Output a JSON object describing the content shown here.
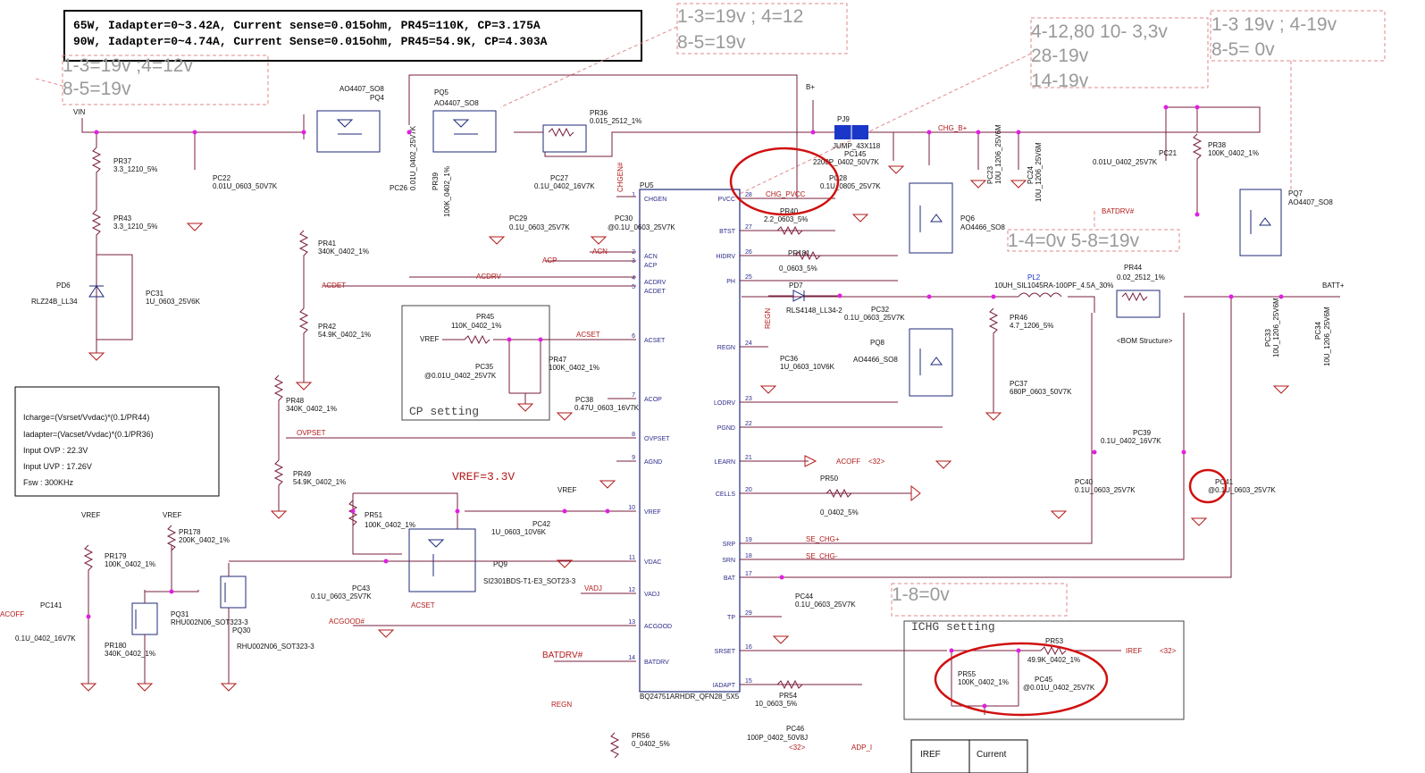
{
  "header": {
    "line1": "65W, Iadapter=0~3.42A, Current sense=0.015ohm, PR45=110K, CP=3.175A",
    "line2": "90W, Iadapter=0~4.74A, Current Sense=0.015ohm, PR45=54.9K, CP=4.303A"
  },
  "notes": {
    "n1a": "1-3=19v ;4=12v",
    "n1b": "8-5=19v",
    "n2a": "1-3=19v ; 4=12",
    "n2b": "8-5=19v",
    "n3a": "4-12,80 10- 3,3v",
    "n3b": "28-19v",
    "n3c": "14-19v",
    "n4a": "1-3 19v ; 4-19v",
    "n4b": "8-5= 0v",
    "n5": "1-4=0v 5-8=19v",
    "n6": "1-8=0v"
  },
  "formula": {
    "l1": "Icharge=(Vsrset/Vvdac)*(0.1/PR44)",
    "l2": "Iadapter=(Vacset/Vvdac)*(0.1/PR36)",
    "l3": "Input OVP : 22.3V",
    "l4": "Input UVP : 17.26V",
    "l5": "Fsw : 300KHz"
  },
  "boxes": {
    "cp": "CP setting",
    "ichg": "ICHG setting",
    "vref": "VREF=3.3V",
    "bom": "<BOM Structure>",
    "iref_a": "IREF",
    "iref_b": "Current"
  },
  "ic": {
    "name": "PU5",
    "part": "BQ24751ARHDR_QFN28_5X5",
    "left_pins": [
      "CHGEN",
      "ACN",
      "ACP",
      "ACDRV",
      "ACDET",
      "ACSET",
      "ACOP",
      "OVPSET",
      "AGND",
      "VREF",
      "VDAC",
      "VADJ",
      "ACGOOD",
      "BATDRV"
    ],
    "left_nums": [
      "1",
      "2",
      "3",
      "4",
      "5",
      "6",
      "7",
      "8",
      "9",
      "10",
      "11",
      "12",
      "13",
      "14"
    ],
    "right_pins": [
      "PVCC",
      "BTST",
      "HIDRV",
      "PH",
      "REGN",
      "LODRV",
      "PGND",
      "LEARN",
      "CELLS",
      "SRP",
      "SRN",
      "BAT",
      "TP",
      "SRSET",
      "IADAPT"
    ],
    "right_nums": [
      "28",
      "27",
      "26",
      "25",
      "24",
      "23",
      "22",
      "21",
      "20",
      "19",
      "18",
      "17",
      "29",
      "16",
      "15"
    ]
  },
  "nets": {
    "vin": "VIN",
    "bplus": "B+",
    "chgb": "CHG_B+",
    "chgpvcc": "CHG_PVCC",
    "batt": "BATT+",
    "batdrv": "BATDRV#",
    "acdrv": "ACDRV",
    "acdet": "ACDET",
    "acset": "ACSET",
    "acp": "ACP",
    "acn": "ACN",
    "ovpset": "OVPSET",
    "acoff": "ACOFF",
    "acgood": "ACGOOD#",
    "vadj": "VADJ",
    "regn": "REGN",
    "chgen": "CHGEN#",
    "vref": "VREF",
    "secp": "SE_CHG+",
    "secn": "SE_CHG-",
    "iref": "IREF",
    "adpi": "ADP_I",
    "t32": "<32>"
  },
  "parts": {
    "pq4": "PQ4",
    "pq4v": "AO4407_SO8",
    "pq5": "PQ5",
    "pq5v": "AO4407_SO8",
    "pq6": "PQ6",
    "pq6v": "AO4466_SO8",
    "pq7": "PQ7",
    "pq7v": "AO4407_SO8",
    "pq8": "PQ8",
    "pq8v": "AO4466_SO8",
    "pq9": "PQ9",
    "pq9v": "SI2301BDS-T1-E3_SOT23-3",
    "pq30": "PQ30",
    "pq31": "PQ31",
    "pq3xv": "RHU002N06_SOT323-3",
    "pd6": "PD6",
    "pd6v": "RLZ24B_LL34",
    "pd7": "PD7",
    "pd7v": "RLS4148_LL34-2",
    "pj9": "PJ9",
    "pj9v": "JUMP_43X118",
    "pl2": "PL2",
    "pl2v": "10UH_SIL1045RA-100PF_4.5A_30%",
    "pr36": "PR36",
    "pr36v": "0.015_2512_1%",
    "pr37": "PR37",
    "pr37v": "3.3_1210_5%",
    "pr43": "PR43",
    "pr43v": "3.3_1210_5%",
    "pr38": "PR38",
    "pr38v": "100K_0402_1%",
    "pr39": "PR39",
    "pr39v": "100K_0402_1%",
    "pr40": "PR40",
    "pr40v": "2.2_0603_5%",
    "pr181": "PR181",
    "pr181v": "0_0603_5%",
    "pr41": "PR41",
    "pr41v": "340K_0402_1%",
    "pr42": "PR42",
    "pr42v": "54.9K_0402_1%",
    "pr44": "PR44",
    "pr44v": "0.02_2512_1%",
    "pr45": "PR45",
    "pr45v": "110K_0402_1%",
    "pr46": "PR46",
    "pr46v": "4.7_1206_5%",
    "pr47": "PR47",
    "pr47v": "100K_0402_1%",
    "pr48": "PR48",
    "pr48v": "340K_0402_1%",
    "pr49": "PR49",
    "pr49v": "54.9K_0402_1%",
    "pr50": "PR50",
    "pr50v": "0_0402_5%",
    "pr51": "PR51",
    "pr51v": "100K_0402_1%",
    "pr53": "PR53",
    "pr53v": "49.9K_0402_1%",
    "pr54": "PR54",
    "pr54v": "10_0603_5%",
    "pr55": "PR55",
    "pr55v": "100K_0402_1%",
    "pr56": "PR56",
    "pr56v": "0_0402_5%",
    "pr178": "PR178",
    "pr178v": "200K_0402_1%",
    "pr179": "PR179",
    "pr179v": "100K_0402_1%",
    "pr180": "PR180",
    "pr180v": "340K_0402_1%",
    "pc21": "PC21",
    "pc21v": "0.01U_0402_25V7K",
    "pc22": "PC22",
    "pc22v": "0.01U_0603_50V7K",
    "pc23": "PC23",
    "pc23v": "10U_1206_25V6M",
    "pc24": "PC24",
    "pc24v": "10U_1206_25V6M",
    "pc26": "PC26",
    "pc26v": "0.01U_0402_25V7K",
    "pc27": "PC27",
    "pc27v": "0.1U_0402_16V7K",
    "pc28": "PC28",
    "pc28v": "0.1U_0805_25V7K",
    "pc29": "PC29",
    "pc29v": "0.1U_0603_25V7K",
    "pc30": "PC30",
    "pc30v": "@0.1U_0603_25V7K",
    "pc31": "PC31",
    "pc31v": "1U_0603_25V6K",
    "pc32": "PC32",
    "pc32v": "0.1U_0603_25V7K",
    "pc33": "PC33",
    "pc33v": "10U_1206_25V6M",
    "pc34": "PC34",
    "pc34v": "10U_1206_25V6M",
    "pc35": "PC35",
    "pc35v": "@0.01U_0402_25V7K",
    "pc36": "PC36",
    "pc36v": "1U_0603_10V6K",
    "pc37": "PC37",
    "pc37v": "680P_0603_50V7K",
    "pc38": "PC38",
    "pc38v": "0.47U_0603_16V7K",
    "pc39": "PC39",
    "pc39v": "0.1U_0402_16V7K",
    "pc40": "PC40",
    "pc40v": "0.1U_0603_25V7K",
    "pc41": "PC41",
    "pc41v": "@0.1U_0603_25V7K",
    "pc42": "PC42",
    "pc42v": "1U_0603_10V6K",
    "pc43": "PC43",
    "pc43v": "0.1U_0603_25V7K",
    "pc44": "PC44",
    "pc44v": "0.1U_0603_25V7K",
    "pc45": "PC45",
    "pc45v": "@0.01U_0402_25V7K",
    "pc46": "PC46",
    "pc46v": "100P_0402_50V8J",
    "pc141": "PC141",
    "pc141v": "0.1U_0402_16V7K",
    "pc145": "PC145",
    "pc145v": "2200P_0402_50V7K"
  },
  "colors": {
    "wire": "#7a1f3d",
    "net_label": "#b31b1b",
    "highlight": "#d01010",
    "note": "#9a9a9a",
    "jumper": "#1b37c8"
  }
}
